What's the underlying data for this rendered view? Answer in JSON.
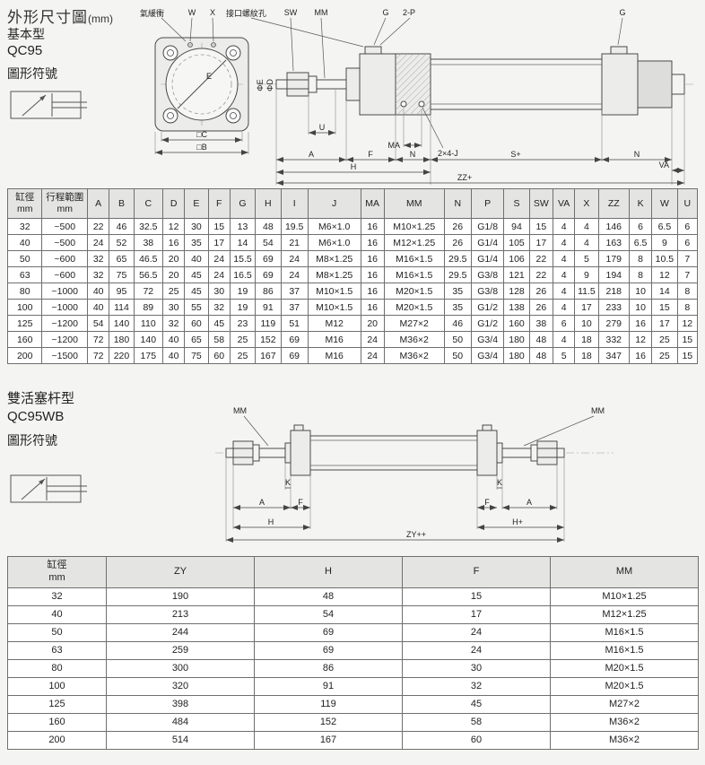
{
  "page": {
    "title": "外形尺寸圖",
    "title_unit": "(mm)"
  },
  "section1": {
    "type_label": "基本型",
    "model": "QC95",
    "symbol_label": "圖形符號"
  },
  "section2": {
    "type_label": "雙活塞杆型",
    "model": "QC95WB",
    "symbol_label": "圖形符號"
  },
  "drawing1": {
    "labels": {
      "cushion": "氣緩衝",
      "w": "W",
      "x": "X",
      "port_hole": "接口螺紋孔",
      "sw": "SW",
      "mm": "MM",
      "g_front": "G",
      "two_p": "2-P",
      "g_rear": "G",
      "e": "E",
      "phi_e": "ΦE",
      "phi_d": "ΦD",
      "u": "U",
      "ma": "MA",
      "a": "A",
      "f": "F",
      "n_front": "N",
      "holes": "2×4-J",
      "h": "H",
      "s_plus": "S+",
      "n_rear": "N",
      "va": "VA",
      "zz_plus": "ZZ+",
      "c_sq": "□C",
      "b_sq": "□B"
    }
  },
  "drawing2": {
    "labels": {
      "mm_left": "MM",
      "mm_right": "MM",
      "k_left": "K",
      "a_left": "A",
      "f_left": "F",
      "h_left": "H",
      "f_right": "F",
      "k_right": "K",
      "a_right": "A",
      "h_plus": "H+",
      "zy": "ZY++"
    }
  },
  "table1": {
    "headers": [
      "缸徑\nmm",
      "行程範圍\nmm",
      "A",
      "B",
      "C",
      "D",
      "E",
      "F",
      "G",
      "H",
      "I",
      "J",
      "MA",
      "MM",
      "N",
      "P",
      "S",
      "SW",
      "VA",
      "X",
      "ZZ",
      "K",
      "W",
      "U"
    ],
    "rows": [
      [
        "32",
        "~500",
        "22",
        "46",
        "32.5",
        "12",
        "30",
        "15",
        "13",
        "48",
        "19.5",
        "M6×1.0",
        "16",
        "M10×1.25",
        "26",
        "G1/8",
        "94",
        "15",
        "4",
        "4",
        "146",
        "6",
        "6.5",
        "6"
      ],
      [
        "40",
        "~500",
        "24",
        "52",
        "38",
        "16",
        "35",
        "17",
        "14",
        "54",
        "21",
        "M6×1.0",
        "16",
        "M12×1.25",
        "26",
        "G1/4",
        "105",
        "17",
        "4",
        "4",
        "163",
        "6.5",
        "9",
        "6"
      ],
      [
        "50",
        "~600",
        "32",
        "65",
        "46.5",
        "20",
        "40",
        "24",
        "15.5",
        "69",
        "24",
        "M8×1.25",
        "16",
        "M16×1.5",
        "29.5",
        "G1/4",
        "106",
        "22",
        "4",
        "5",
        "179",
        "8",
        "10.5",
        "7"
      ],
      [
        "63",
        "~600",
        "32",
        "75",
        "56.5",
        "20",
        "45",
        "24",
        "16.5",
        "69",
        "24",
        "M8×1.25",
        "16",
        "M16×1.5",
        "29.5",
        "G3/8",
        "121",
        "22",
        "4",
        "9",
        "194",
        "8",
        "12",
        "7"
      ],
      [
        "80",
        "~1000",
        "40",
        "95",
        "72",
        "25",
        "45",
        "30",
        "19",
        "86",
        "37",
        "M10×1.5",
        "16",
        "M20×1.5",
        "35",
        "G3/8",
        "128",
        "26",
        "4",
        "11.5",
        "218",
        "10",
        "14",
        "8"
      ],
      [
        "100",
        "~1000",
        "40",
        "114",
        "89",
        "30",
        "55",
        "32",
        "19",
        "91",
        "37",
        "M10×1.5",
        "16",
        "M20×1.5",
        "35",
        "G1/2",
        "138",
        "26",
        "4",
        "17",
        "233",
        "10",
        "15",
        "8"
      ],
      [
        "125",
        "~1200",
        "54",
        "140",
        "110",
        "32",
        "60",
        "45",
        "23",
        "119",
        "51",
        "M12",
        "20",
        "M27×2",
        "46",
        "G1/2",
        "160",
        "38",
        "6",
        "10",
        "279",
        "16",
        "17",
        "12"
      ],
      [
        "160",
        "~1200",
        "72",
        "180",
        "140",
        "40",
        "65",
        "58",
        "25",
        "152",
        "69",
        "M16",
        "24",
        "M36×2",
        "50",
        "G3/4",
        "180",
        "48",
        "4",
        "18",
        "332",
        "12",
        "25",
        "15"
      ],
      [
        "200",
        "~1500",
        "72",
        "220",
        "175",
        "40",
        "75",
        "60",
        "25",
        "167",
        "69",
        "M16",
        "24",
        "M36×2",
        "50",
        "G3/4",
        "180",
        "48",
        "5",
        "18",
        "347",
        "16",
        "25",
        "15"
      ]
    ]
  },
  "table2": {
    "headers": [
      "缸徑\nmm",
      "ZY",
      "H",
      "F",
      "MM"
    ],
    "rows": [
      [
        "32",
        "190",
        "48",
        "15",
        "M10×1.25"
      ],
      [
        "40",
        "213",
        "54",
        "17",
        "M12×1.25"
      ],
      [
        "50",
        "244",
        "69",
        "24",
        "M16×1.5"
      ],
      [
        "63",
        "259",
        "69",
        "24",
        "M16×1.5"
      ],
      [
        "80",
        "300",
        "86",
        "30",
        "M20×1.5"
      ],
      [
        "100",
        "320",
        "91",
        "32",
        "M20×1.5"
      ],
      [
        "125",
        "398",
        "119",
        "45",
        "M27×2"
      ],
      [
        "160",
        "484",
        "152",
        "58",
        "M36×2"
      ],
      [
        "200",
        "514",
        "167",
        "60",
        "M36×2"
      ]
    ]
  }
}
